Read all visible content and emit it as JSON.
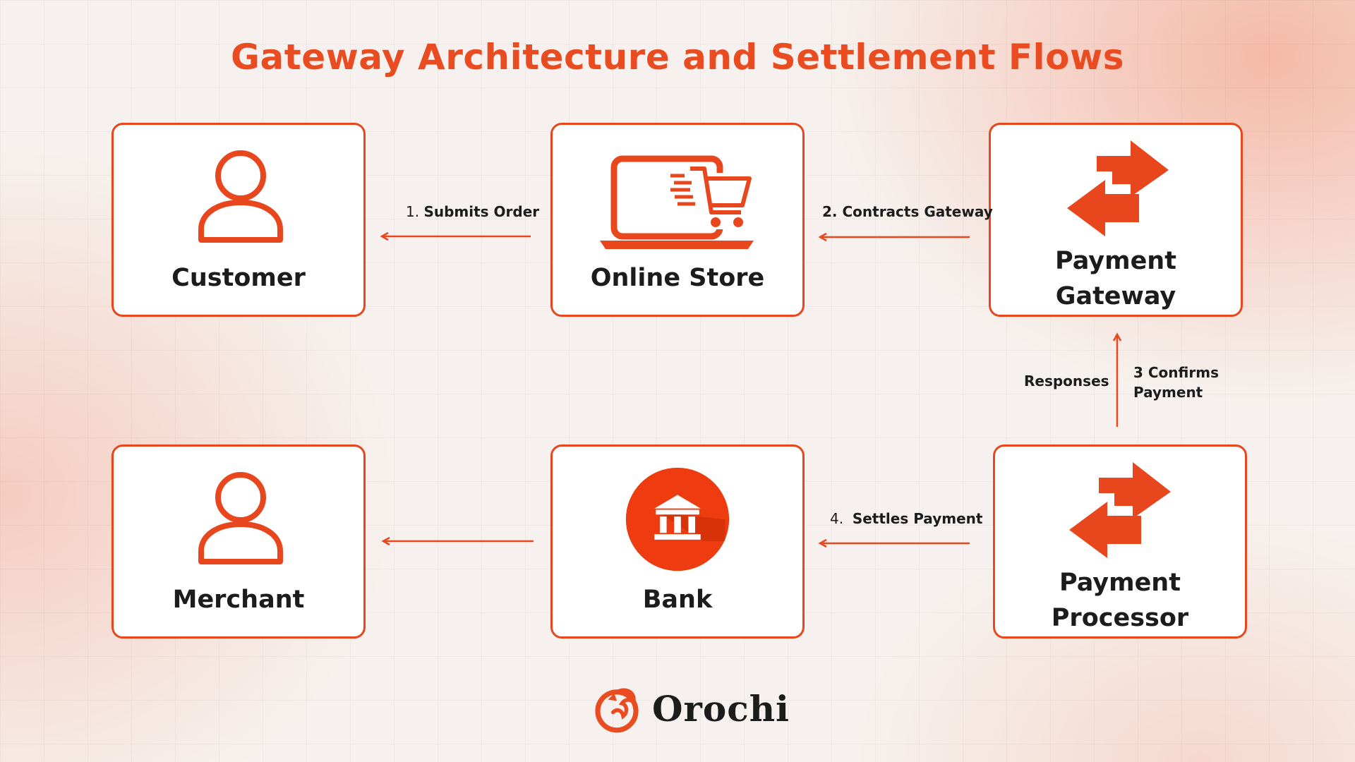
{
  "title": "Gateway Architecture and Settlement Flows",
  "nodes": {
    "customer": {
      "label": "Customer"
    },
    "online_store": {
      "label": "Online Store"
    },
    "payment_gateway": {
      "label_line1": "Payment",
      "label_line2": "Gateway"
    },
    "merchant": {
      "label": "Merchant"
    },
    "bank": {
      "label": "Bank"
    },
    "payment_processor": {
      "label_line1": "Payment",
      "label_line2": "Processor"
    }
  },
  "edges": {
    "submits_order": {
      "num": "1.",
      "text": "Submits Order"
    },
    "contracts_gateway": {
      "text": "2. Contracts Gateway"
    },
    "responses": {
      "text": "Responses"
    },
    "confirms_payment": {
      "line1": "3 Confirms",
      "line2": "Payment"
    },
    "settles_payment": {
      "num": "4.",
      "text": "Settles Payment"
    }
  },
  "brand": {
    "name": "Orochi"
  },
  "colors": {
    "accent": "#e8471e",
    "title": "#ea4c22",
    "text": "#1c1c1c"
  }
}
